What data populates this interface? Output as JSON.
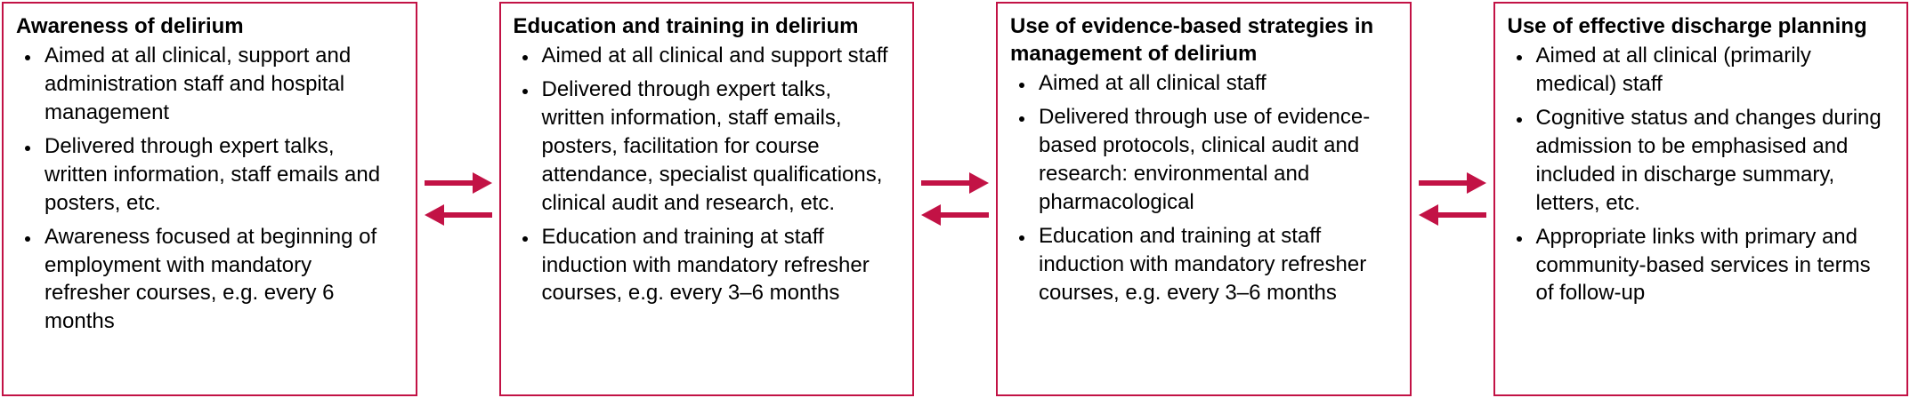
{
  "colors": {
    "accent": "#c21245",
    "text": "#000000",
    "background": "#ffffff"
  },
  "boxes": [
    {
      "title": "Awareness of delirium",
      "bullets": [
        "Aimed at all clinical, support and administration staff and hospital management",
        "Delivered through expert talks, written information, staff emails and posters, etc.",
        "Awareness focused at beginning of employment with mandatory refresher courses, e.g. every 6 months"
      ]
    },
    {
      "title": "Education and training in delirium",
      "bullets": [
        "Aimed at all clinical and support staff",
        "Delivered through expert talks, written information, staff emails, posters, facilitation for course attendance, specialist qualifications, clinical audit and research, etc.",
        "Education and training at staff induction with mandatory refresher courses, e.g. every 3–6 months"
      ]
    },
    {
      "title": "Use of evidence-based strategies in management of delirium",
      "bullets": [
        "Aimed at all clinical staff",
        "Delivered through use of evidence-based protocols, clinical audit and research: environmental and pharmacological",
        "Education and training at staff induction with mandatory refresher courses, e.g. every 3–6 months"
      ]
    },
    {
      "title": "Use of effective discharge planning",
      "bullets": [
        "Aimed at all clinical (primarily medical) staff",
        "Cognitive status and changes during admission to be emphasised and included in discharge summary, letters, etc.",
        "Appropriate links with primary and community-based services in terms of follow-up"
      ]
    }
  ]
}
